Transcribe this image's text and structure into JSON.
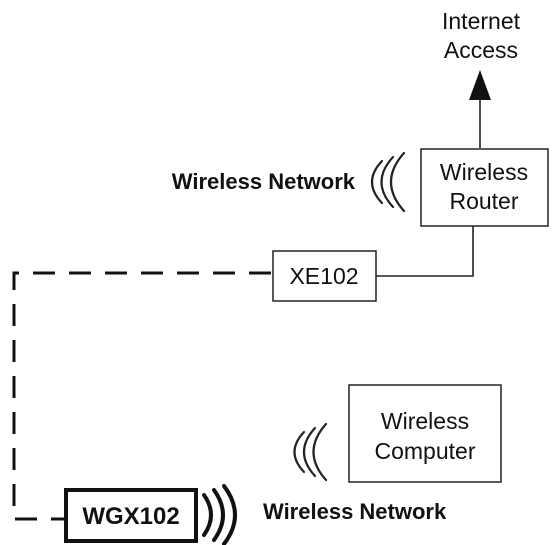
{
  "diagram": {
    "internet_access": {
      "line1": "Internet",
      "line2": "Access"
    },
    "wireless_router": {
      "line1": "Wireless",
      "line2": "Router"
    },
    "wireless_network_top": "Wireless Network",
    "xe102": "XE102",
    "wireless_computer": {
      "line1": "Wireless",
      "line2": "Computer"
    },
    "wgx102": "WGX102",
    "wireless_network_bottom": "Wireless Network",
    "colors": {
      "line": "#222222",
      "background": "#ffffff"
    }
  }
}
